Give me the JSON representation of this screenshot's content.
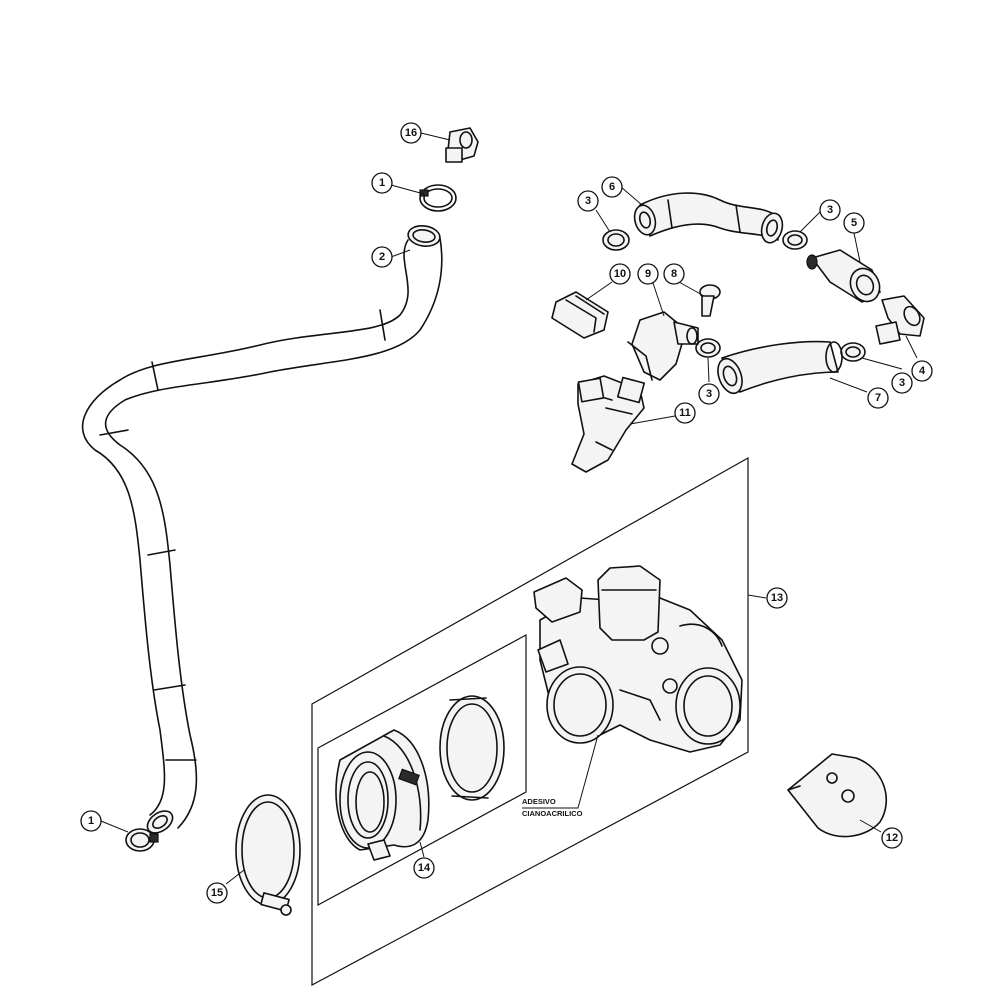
{
  "callouts": {
    "c16": "16",
    "c1a": "1",
    "c2": "2",
    "c1b": "1",
    "c6": "6",
    "c3a": "3",
    "c3b": "3",
    "c5": "5",
    "c10": "10",
    "c9": "9",
    "c8": "8",
    "c3c": "3",
    "c3d": "3",
    "c4": "4",
    "c7": "7",
    "c11": "11",
    "c13": "13",
    "c12": "12",
    "c14": "14",
    "c15": "15"
  },
  "note": {
    "line1": "ADESIVO",
    "line2": "CIANOACRILICO"
  }
}
